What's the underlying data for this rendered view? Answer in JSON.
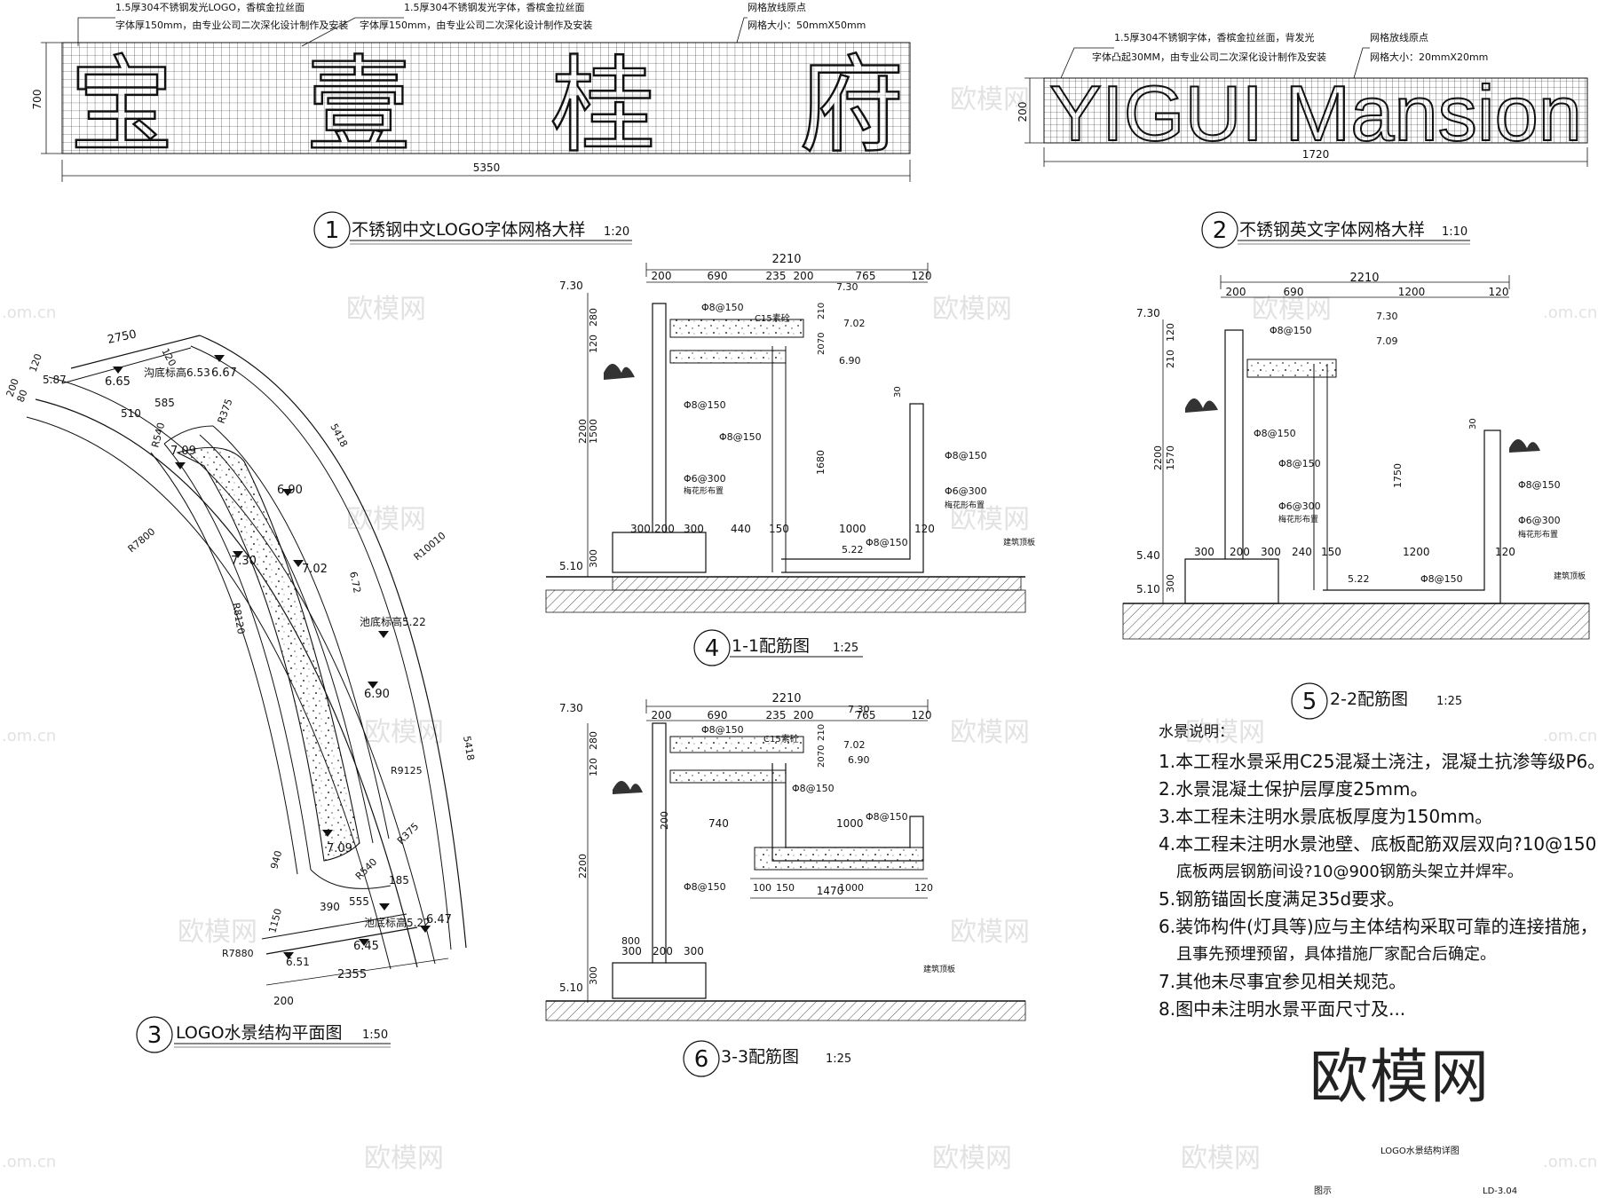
{
  "panel1": {
    "note1": "1.5厚304不锈钢发光LOGO，香槟金拉丝面",
    "note1b": "字体厚150mm，由专业公司二次深化设计制作及安装",
    "note2": "1.5厚304不锈钢发光字体，香槟金拉丝面",
    "note2b": "字体厚150mm，由专业公司二次深化设计制作及安装",
    "grid_origin": "网格放线原点",
    "grid_size": "网格大小：50mmX50mm",
    "chars": [
      "宝",
      "壹",
      "桂",
      "府"
    ],
    "dim_height": "700",
    "dim_width": "5350",
    "num": "1",
    "title": "不锈钢中文LOGO字体网格大样",
    "scale": "1:20"
  },
  "panel2": {
    "note1": "1.5厚304不锈钢字体，香槟金拉丝面，背发光",
    "note1b": "字体凸起30MM，由专业公司二次深化设计制作及安装",
    "grid_origin": "网格放线原点",
    "grid_size": "网格大小：20mmX20mm",
    "text": "YIGUI Mansion",
    "dim_height": "200",
    "dim_width": "1720",
    "num": "2",
    "title": "不锈钢英文字体网格大样",
    "scale": "1:10"
  },
  "panel3": {
    "labels": [
      "2750",
      "120",
      "200",
      "80",
      "120",
      "5.87",
      "6.65",
      "沟底标高6.53",
      "6.67",
      "510",
      "585",
      "R375",
      "R540",
      "7.09",
      "6.90",
      "7.30",
      "7.02",
      "R7800",
      "R8120",
      "R10010",
      "5418",
      "6.72",
      "池底标高5.22",
      "6.90",
      "R9125",
      "R375",
      "7.09",
      "R540",
      "185",
      "390",
      "555",
      "池底标高5.22",
      "940",
      "1150",
      "6.45",
      "6.47",
      "R7880",
      "6.51",
      "2355",
      "200",
      "5418"
    ],
    "num": "3",
    "title": "LOGO水景结构平面图",
    "scale": "1:50"
  },
  "panel4": {
    "dims_top": [
      "200",
      "690",
      "235",
      "200",
      "765",
      "120"
    ],
    "total": "2210",
    "left_levels": [
      "7.30",
      "5.10"
    ],
    "vert_dims": [
      "280",
      "120",
      "1500",
      "2200",
      "300"
    ],
    "labels": [
      "Φ8@150",
      "C15素砼",
      "7.30",
      "7.02",
      "2070",
      "210",
      "6.90",
      "Φ8@150",
      "Φ8@150",
      "Φ6@300",
      "梅花形布置",
      "1680",
      "Φ8@150",
      "Φ6@300",
      "梅花形布置",
      "30",
      "Φ8@150",
      "5.22",
      "建筑顶板"
    ],
    "bottom_dims": [
      "300",
      "200",
      "300",
      "440",
      "150",
      "1000",
      "120"
    ],
    "num": "4",
    "title": "1-1配筋图",
    "scale": "1:25"
  },
  "panel5": {
    "dims_top": [
      "200",
      "690",
      "1200",
      "120"
    ],
    "total": "2210",
    "left_levels": [
      "7.30",
      "5.40",
      "5.10"
    ],
    "vert_dims": [
      "120",
      "210",
      "1570",
      "2200",
      "300"
    ],
    "labels": [
      "Φ8@150",
      "7.30",
      "7.09",
      "Φ8@150",
      "Φ8@150",
      "Φ6@300",
      "梅花形布置",
      "1750",
      "Φ8@150",
      "Φ6@300",
      "梅花形布置",
      "5.22",
      "Φ8@150",
      "建筑顶板",
      "30"
    ],
    "bottom_dims": [
      "300",
      "200",
      "300",
      "240",
      "150",
      "1200",
      "120"
    ],
    "num": "5",
    "title": "2-2配筋图",
    "scale": "1:25"
  },
  "panel6": {
    "dims_top": [
      "200",
      "690",
      "235",
      "200",
      "765",
      "120"
    ],
    "total": "2210",
    "left_levels": [
      "7.30",
      "5.10"
    ],
    "vert_dims": [
      "280",
      "120",
      "200",
      "2200",
      "300"
    ],
    "labels": [
      "Φ8@150",
      "C15素砼",
      "7.30",
      "7.02",
      "6.90",
      "2070",
      "210",
      "Φ8@150",
      "740",
      "1000",
      "Φ8@150",
      "Φ8@150",
      "800",
      "建筑顶板"
    ],
    "bottom_dims": [
      "300",
      "200",
      "300"
    ],
    "bot_right_dims": [
      "100",
      "150",
      "1000",
      "120"
    ],
    "bot_total": "1470",
    "num": "6",
    "title": "3-3配筋图",
    "scale": "1:25"
  },
  "notes": {
    "heading": "水景说明：",
    "items": [
      "1.本工程水景采用C25混凝土浇注，混凝土抗渗等级P6。",
      "2.水景混凝土保护层厚度25mm。",
      "3.本工程未注明水景底板厚度为150mm。",
      "4.本工程未注明水景池壁、底板配筋双层双向?10@150，",
      "底板两层钢筋间设?10@900钢筋头架立并焊牢。",
      "5.钢筋锚固长度满足35d要求。",
      "6.装饰构件(灯具等)应与主体结构采取可靠的连接措施，",
      "且事先预埋预留，具体措施厂家配合后确定。",
      "7.其他未尽事宜参见相关规范。",
      "8.图中未注明水景平面尺寸及..."
    ]
  },
  "footer": {
    "sheet_title": "LOGO水景结构详图",
    "figure": "图示",
    "code": "LD-3.04"
  },
  "watermark": {
    "site": "欧模网",
    "url": ".om.cn"
  }
}
